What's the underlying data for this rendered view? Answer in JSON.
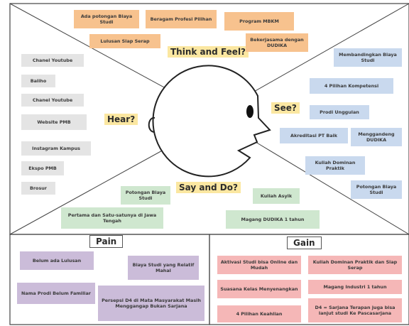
{
  "quadrants": {
    "think": "Think and Feel?",
    "see": "See?",
    "hear": "Hear?",
    "say": "Say and Do?"
  },
  "think_notes": [
    "Ada potongan Biaya Studi",
    "Beragam Profesi Pilihan",
    "Program MBKM",
    "Lulusan Siap Serap",
    "Bekerjasama dengan DUDIKA"
  ],
  "hear_notes": [
    "Chanel Youtube",
    "Baliho",
    "Chanel Youtube",
    "Website PMB",
    "Instagram Kampus",
    "Ekspo PMB",
    "Brosur"
  ],
  "see_notes": [
    "Membandingkan Biaya Studi",
    "4 Pilihan Kompetensi",
    "Prodi Unggulan",
    "Akreditasi PT Baik",
    "Menggandeng DUDIKA",
    "Kuliah Dominan Praktik",
    "Potongan Biaya Studi"
  ],
  "say_notes": [
    "Potongan Biaya Studi",
    "Kuliah Asyik",
    "Pertama dan Satu-satunya di Jawa Tengah",
    "Magang DUDIKA 1 tahun"
  ],
  "pain": {
    "title": "Pain",
    "notes": [
      "Belum ada Lulusan",
      "Biaya Studi yang Relatif Mahal",
      "Nama Prodi Belum Familiar",
      "Persepsi D4 di Mata Masyarakat Masih Menggangap Bukan Sarjana"
    ]
  },
  "gain": {
    "title": "Gain",
    "notes": [
      "Aktivasi Studi bisa Online dan Mudah",
      "Kuliah Dominan Praktik dan Siap Serap",
      "Suasana Kelas Menyenangkan",
      "Magang Industri 1 tahun",
      "4 Pilihan Keahlian",
      "D4 = Sarjana Terapan juga bisa lanjut studi Ke Pascasarjana"
    ]
  },
  "colors": {
    "think": "#f7c28e",
    "hear": "#e4e4e4",
    "see": "#c9d9ee",
    "say": "#cfe7cf",
    "pain": "#cbbcd9",
    "gain": "#f5b7b7",
    "label_bg": "#fbe7a1"
  }
}
